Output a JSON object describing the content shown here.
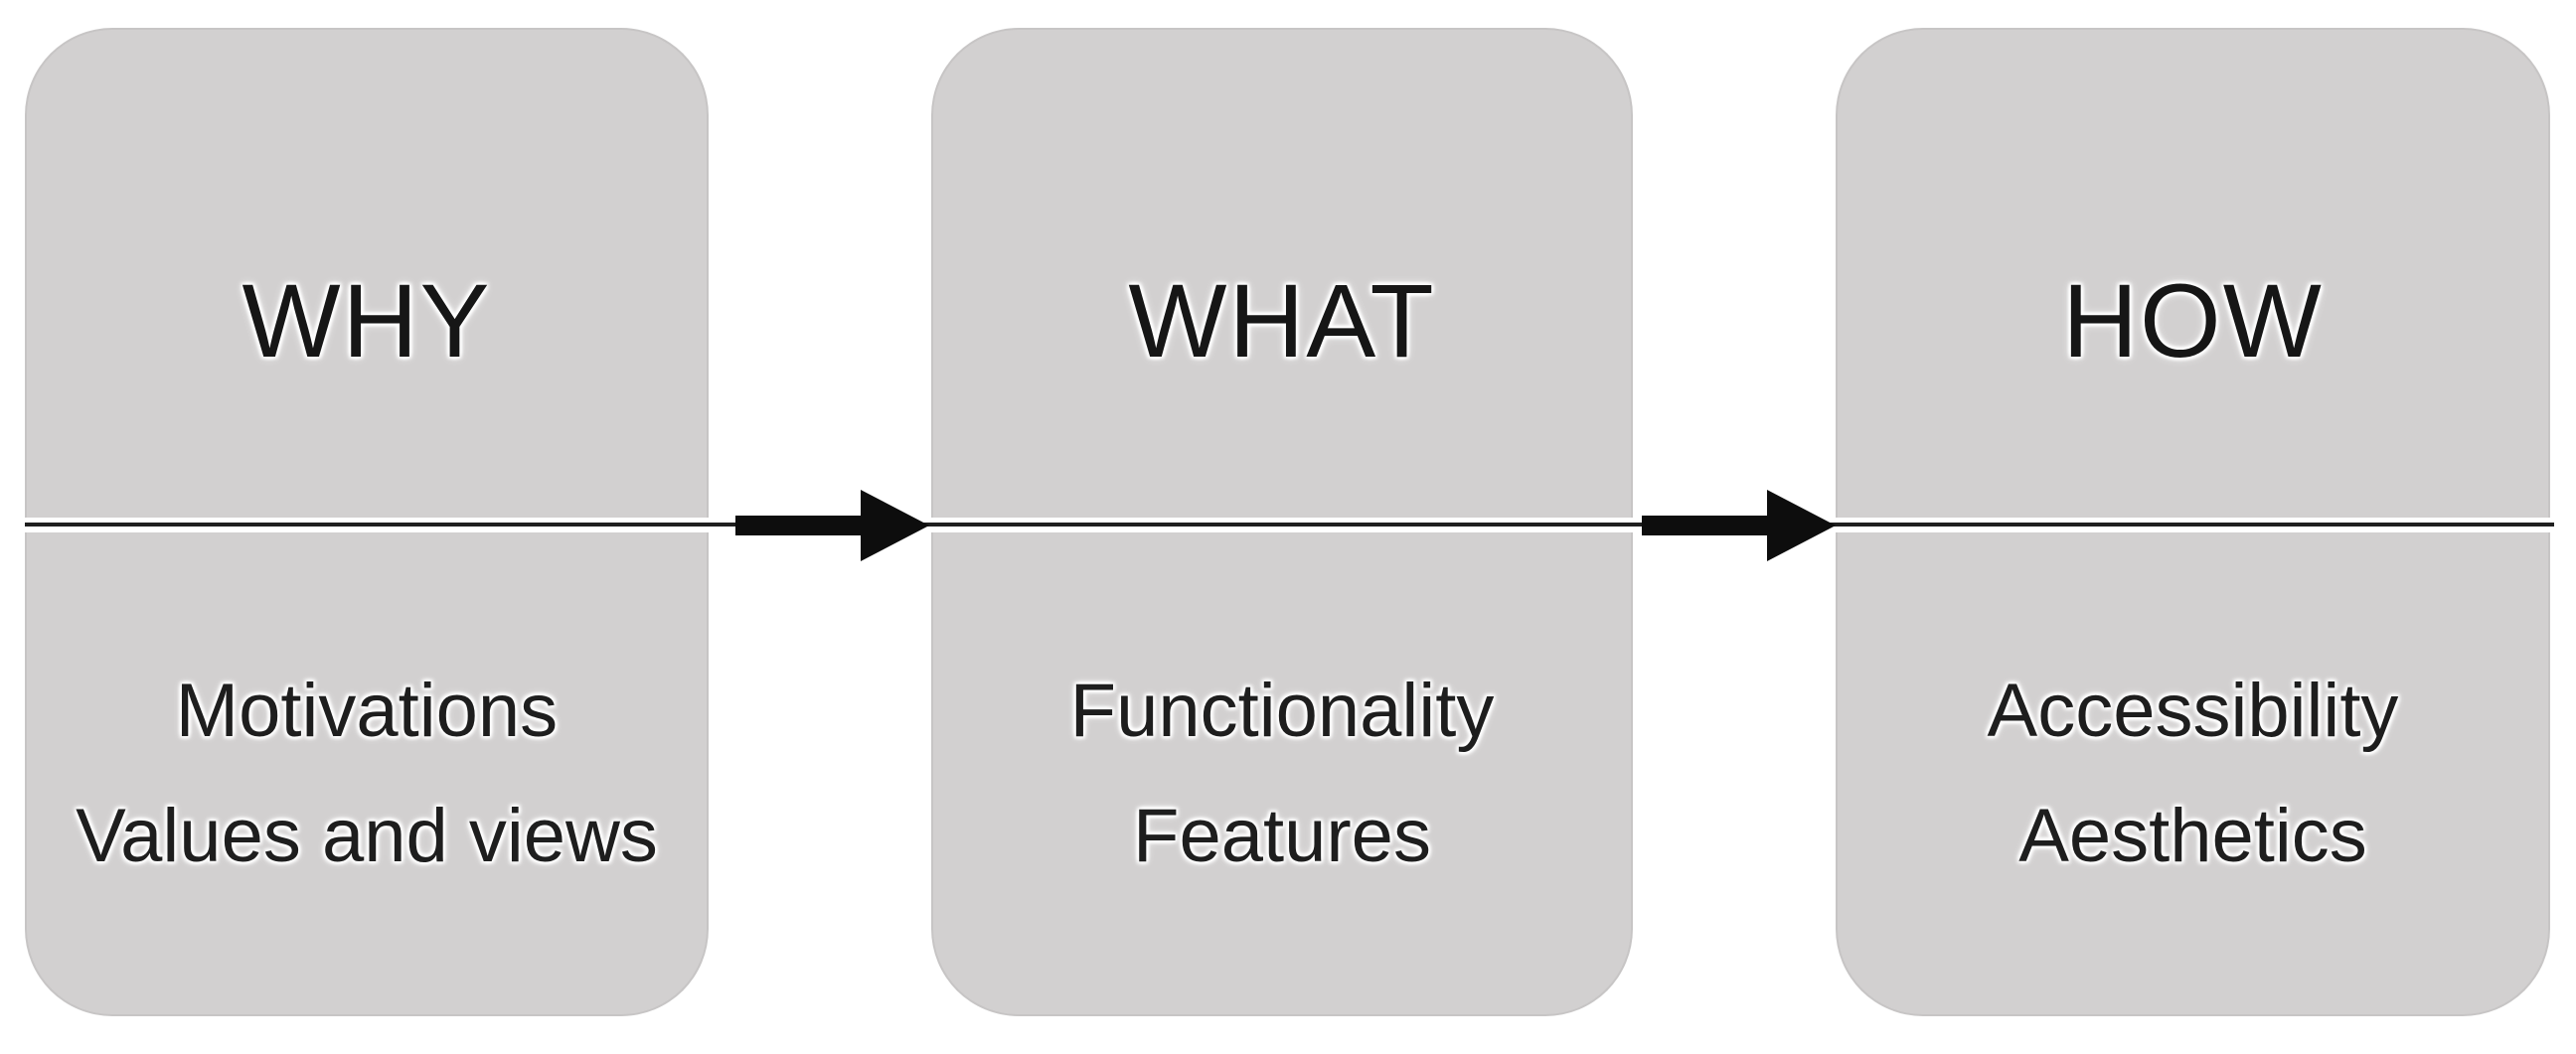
{
  "diagram": {
    "title": "Why / What / How design framework flow",
    "background_color": "#ffffff",
    "card_color": "#d2d0d0",
    "line_color": "#1f1f1f",
    "arrow_color": "#0d0d0d",
    "text_color": "#161616",
    "cards": [
      {
        "id": "why",
        "title": "WHY",
        "details": [
          "Motivations",
          "Values and views"
        ]
      },
      {
        "id": "what",
        "title": "WHAT",
        "details": [
          "Functionality",
          "Features"
        ]
      },
      {
        "id": "how",
        "title": "HOW",
        "details": [
          "Accessibility",
          "Aesthetics"
        ]
      }
    ],
    "arrows": [
      {
        "from": "WHY",
        "to": "WHAT"
      },
      {
        "from": "WHAT",
        "to": "HOW"
      }
    ]
  }
}
